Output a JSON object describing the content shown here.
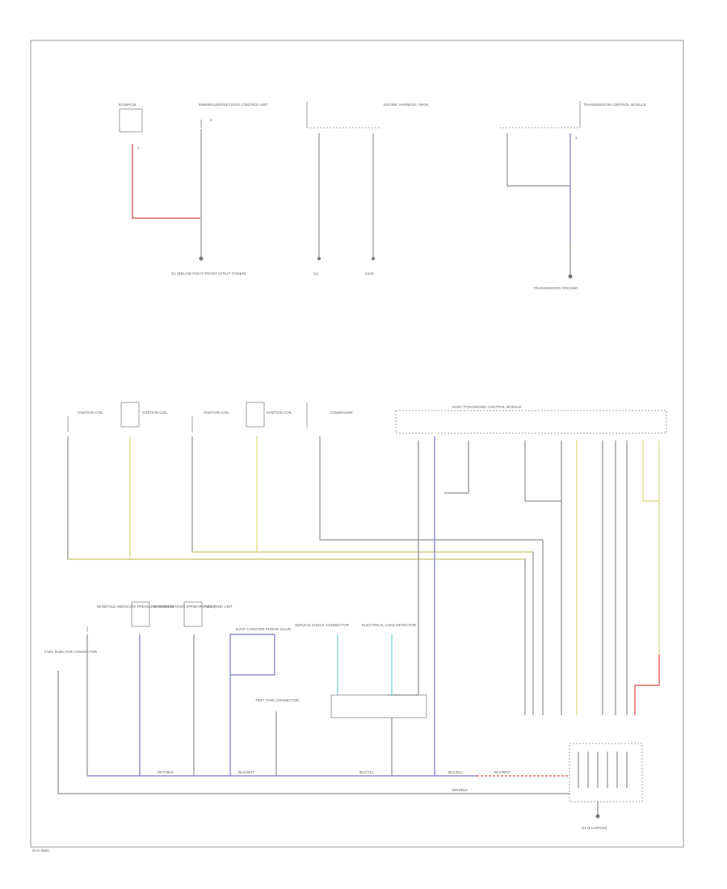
{
  "diagram": {
    "colors": {
      "border": "#999999",
      "ground": "#8f8f8f",
      "red": "#d24b4b",
      "yellow": "#d8d87c",
      "blue": "#7777d0",
      "cyan": "#6fd3d3",
      "connector": "#888888"
    },
    "top_components": [
      {
        "name": "ECM/PCM",
        "tag": "1"
      },
      {
        "name": "IMMOBILIZER/KEYLESS CONTROL UNIT",
        "tag": "3"
      },
      {
        "name": "ENGINE HARNESS / MAIN",
        "tag": ""
      },
      {
        "name": "TRANSMISSION CONTROL MODULE",
        "tag": "2"
      }
    ],
    "top_grounds": [
      {
        "label": "G1 (BELOW RIGHT FRONT STRUT TOWER)"
      },
      {
        "label": "G1"
      },
      {
        "label": "G101"
      },
      {
        "label": "TRANSMISSION GROUND"
      }
    ],
    "mid_components": [
      {
        "name": "IGNITION COIL"
      },
      {
        "name": "IGNITION COIL"
      },
      {
        "name": "IGNITION COIL"
      },
      {
        "name": "IGNITION COIL"
      },
      {
        "name": "CONDENSER"
      },
      {
        "name": "ECM / PCM  ENGINE CONTROL MODULE"
      }
    ],
    "bottom_components": [
      {
        "name": "FUEL INJECTOR CONNECTOR"
      },
      {
        "name": "MANIFOLD ABSOLUTE PRESSURE SENSOR"
      },
      {
        "name": "OXYGEN SENSOR (PRIMARY HO2S)"
      },
      {
        "name": "FUEL TANK UNIT"
      },
      {
        "name": "EVAP CANISTER PURGE VALVE"
      },
      {
        "name": "TEST TANK CONNECTOR"
      },
      {
        "name": "SERVICE CHECK CONNECTOR"
      },
      {
        "name": "ELECTRICAL LOAD DETECTOR"
      }
    ],
    "splice_labels": [
      "WHT/BLK",
      "BLK/WHT",
      "BLK/YEL",
      "BLK/BLU",
      "BLK/RED",
      "BRN/BLK"
    ],
    "main_ground": {
      "label": "G2 (ECM/PCM)"
    },
    "footer_code": "W-G-0000"
  }
}
